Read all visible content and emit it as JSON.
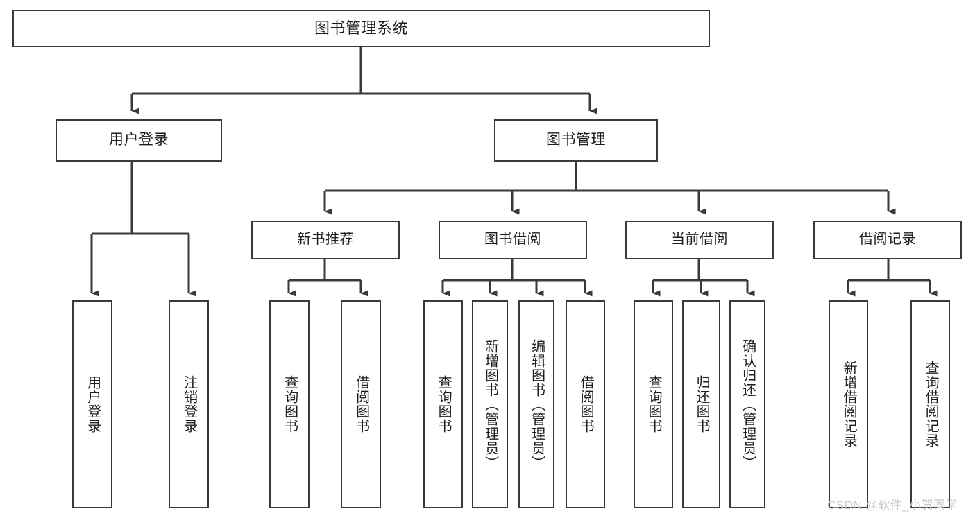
{
  "diagram": {
    "title": "图书管理系统",
    "type": "functional-structure-tree",
    "orientation": "top-down",
    "colors": {
      "box_border": "#3a3a3a",
      "box_fill": "#ffffff",
      "edge": "#3a3a3a",
      "text": "#1d1d1d",
      "watermark": "#c9c9c9",
      "background": "#ffffff"
    }
  },
  "nodes": {
    "root": {
      "id": "root",
      "label": "图书管理系统",
      "level": 0
    },
    "level1": [
      {
        "id": "user-login",
        "label": "用户登录",
        "level": 1
      },
      {
        "id": "book-manage",
        "label": "图书管理",
        "level": 1
      }
    ],
    "level2": [
      {
        "id": "new-book-rec",
        "label": "新书推荐",
        "level": 2,
        "parent": "book-manage"
      },
      {
        "id": "book-borrow",
        "label": "图书借阅",
        "level": 2,
        "parent": "book-manage"
      },
      {
        "id": "current-borrow",
        "label": "当前借阅",
        "level": 2,
        "parent": "book-manage"
      },
      {
        "id": "borrow-record",
        "label": "借阅记录",
        "level": 2,
        "parent": "book-manage"
      }
    ],
    "leaves": [
      {
        "id": "leaf-user-login",
        "label": "用户登录",
        "parent": "user-login"
      },
      {
        "id": "leaf-user-logout",
        "label": "注销登录",
        "parent": "user-login"
      },
      {
        "id": "leaf-query-book-1",
        "label": "查询图书",
        "parent": "new-book-rec"
      },
      {
        "id": "leaf-borrow-book-1",
        "label": "借阅图书",
        "parent": "new-book-rec"
      },
      {
        "id": "leaf-query-book-2",
        "label": "查询图书",
        "parent": "book-borrow"
      },
      {
        "id": "leaf-add-book",
        "label": "新增图书（管理员）",
        "parent": "book-borrow"
      },
      {
        "id": "leaf-edit-book",
        "label": "编辑图书（管理员）",
        "parent": "book-borrow"
      },
      {
        "id": "leaf-borrow-book-2",
        "label": "借阅图书",
        "parent": "book-borrow"
      },
      {
        "id": "leaf-query-book-3",
        "label": "查询图书",
        "parent": "current-borrow"
      },
      {
        "id": "leaf-return-book",
        "label": "归还图书",
        "parent": "current-borrow"
      },
      {
        "id": "leaf-confirm-return",
        "label": "确认归还（管理员）",
        "parent": "current-borrow"
      },
      {
        "id": "leaf-add-record",
        "label": "新增借阅记录",
        "parent": "borrow-record"
      },
      {
        "id": "leaf-query-record",
        "label": "查询借阅记录",
        "parent": "borrow-record"
      }
    ]
  },
  "edges": [
    {
      "from": "root",
      "to": "user-login"
    },
    {
      "from": "root",
      "to": "book-manage"
    },
    {
      "from": "user-login",
      "to": "leaf-user-login"
    },
    {
      "from": "user-login",
      "to": "leaf-user-logout"
    },
    {
      "from": "book-manage",
      "to": "new-book-rec"
    },
    {
      "from": "book-manage",
      "to": "book-borrow"
    },
    {
      "from": "book-manage",
      "to": "current-borrow"
    },
    {
      "from": "book-manage",
      "to": "borrow-record"
    },
    {
      "from": "new-book-rec",
      "to": "leaf-query-book-1"
    },
    {
      "from": "new-book-rec",
      "to": "leaf-borrow-book-1"
    },
    {
      "from": "book-borrow",
      "to": "leaf-query-book-2"
    },
    {
      "from": "book-borrow",
      "to": "leaf-add-book"
    },
    {
      "from": "book-borrow",
      "to": "leaf-edit-book"
    },
    {
      "from": "book-borrow",
      "to": "leaf-borrow-book-2"
    },
    {
      "from": "current-borrow",
      "to": "leaf-query-book-3"
    },
    {
      "from": "current-borrow",
      "to": "leaf-return-book"
    },
    {
      "from": "current-borrow",
      "to": "leaf-confirm-return"
    },
    {
      "from": "borrow-record",
      "to": "leaf-add-record"
    },
    {
      "from": "borrow-record",
      "to": "leaf-query-record"
    }
  ],
  "watermark": {
    "text": "CSDN @软件_小贺同学"
  }
}
